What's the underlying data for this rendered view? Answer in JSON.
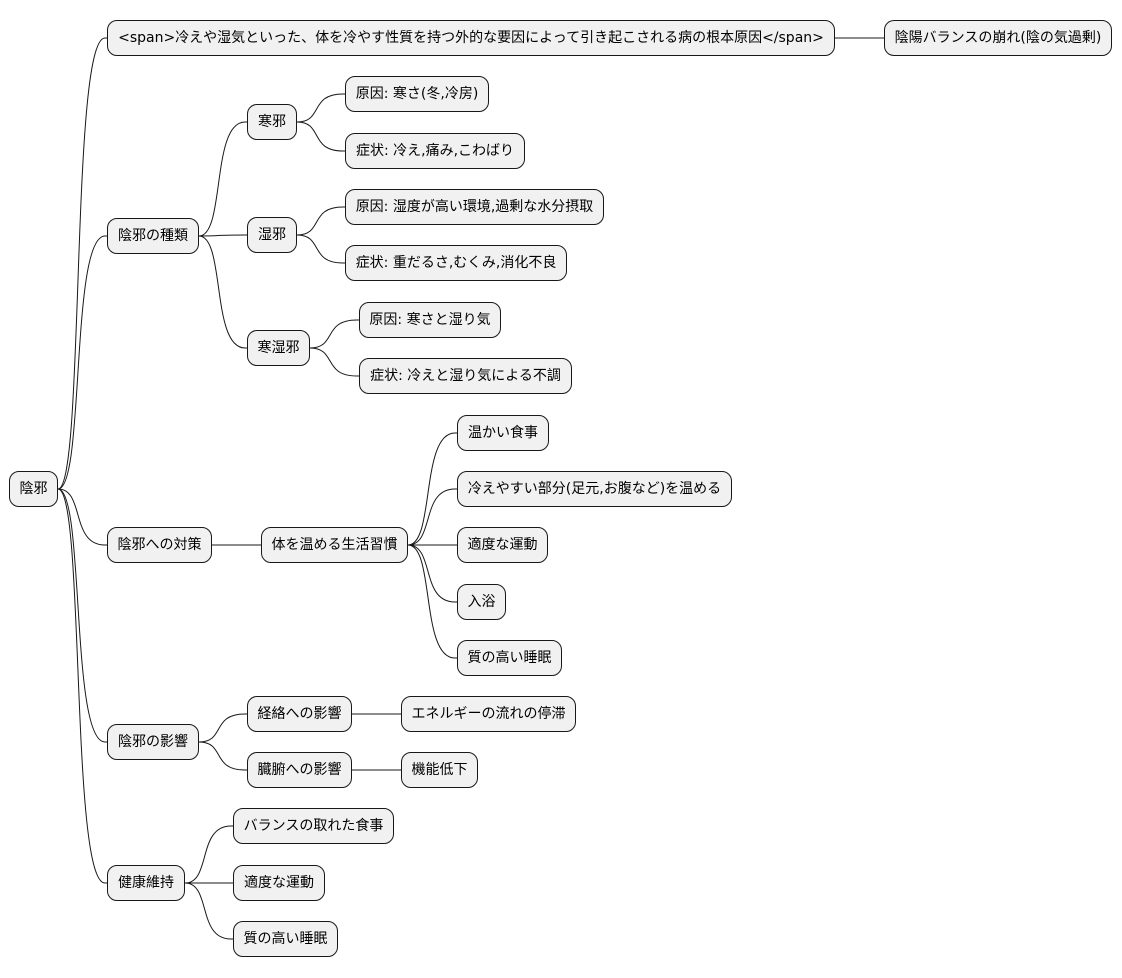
{
  "mindmap": {
    "root": "陰邪",
    "nodes": {
      "cause": "<span>冷えや湿気といった、体を冷やす性質を持つ外的な要因によって引き起こされる病の根本原因</span>",
      "imbalance": "陰陽バランスの崩れ(陰の気過剰)",
      "types": "陰邪の種類",
      "kanja": "寒邪",
      "kanja_cause": "原因: 寒さ(冬,冷房)",
      "kanja_symptom": "症状: 冷え,痛み,こわばり",
      "shitsuja": "湿邪",
      "shitsuja_cause": "原因: 湿度が高い環境,過剰な水分摂取",
      "shitsuja_symptom": "症状: 重だるさ,むくみ,消化不良",
      "kanshitsuja": "寒湿邪",
      "kanshitsuja_cause": "原因: 寒さと湿り気",
      "kanshitsuja_symptom": "症状: 冷えと湿り気による不調",
      "measures": "陰邪への対策",
      "warm_lifestyle": "体を温める生活習慣",
      "warm_meal": "温かい食事",
      "warm_parts": "冷えやすい部分(足元,お腹など)を温める",
      "exercise_1": "適度な運動",
      "bathing": "入浴",
      "sleep_1": "質の高い睡眠",
      "effects": "陰邪の影響",
      "meridian": "経絡への影響",
      "stagnation": "エネルギーの流れの停滞",
      "organs": "臓腑への影響",
      "dysfunction": "機能低下",
      "health": "健康維持",
      "balanced_meal": "バランスの取れた食事",
      "exercise_2": "適度な運動",
      "sleep_2": "質の高い睡眠"
    }
  }
}
